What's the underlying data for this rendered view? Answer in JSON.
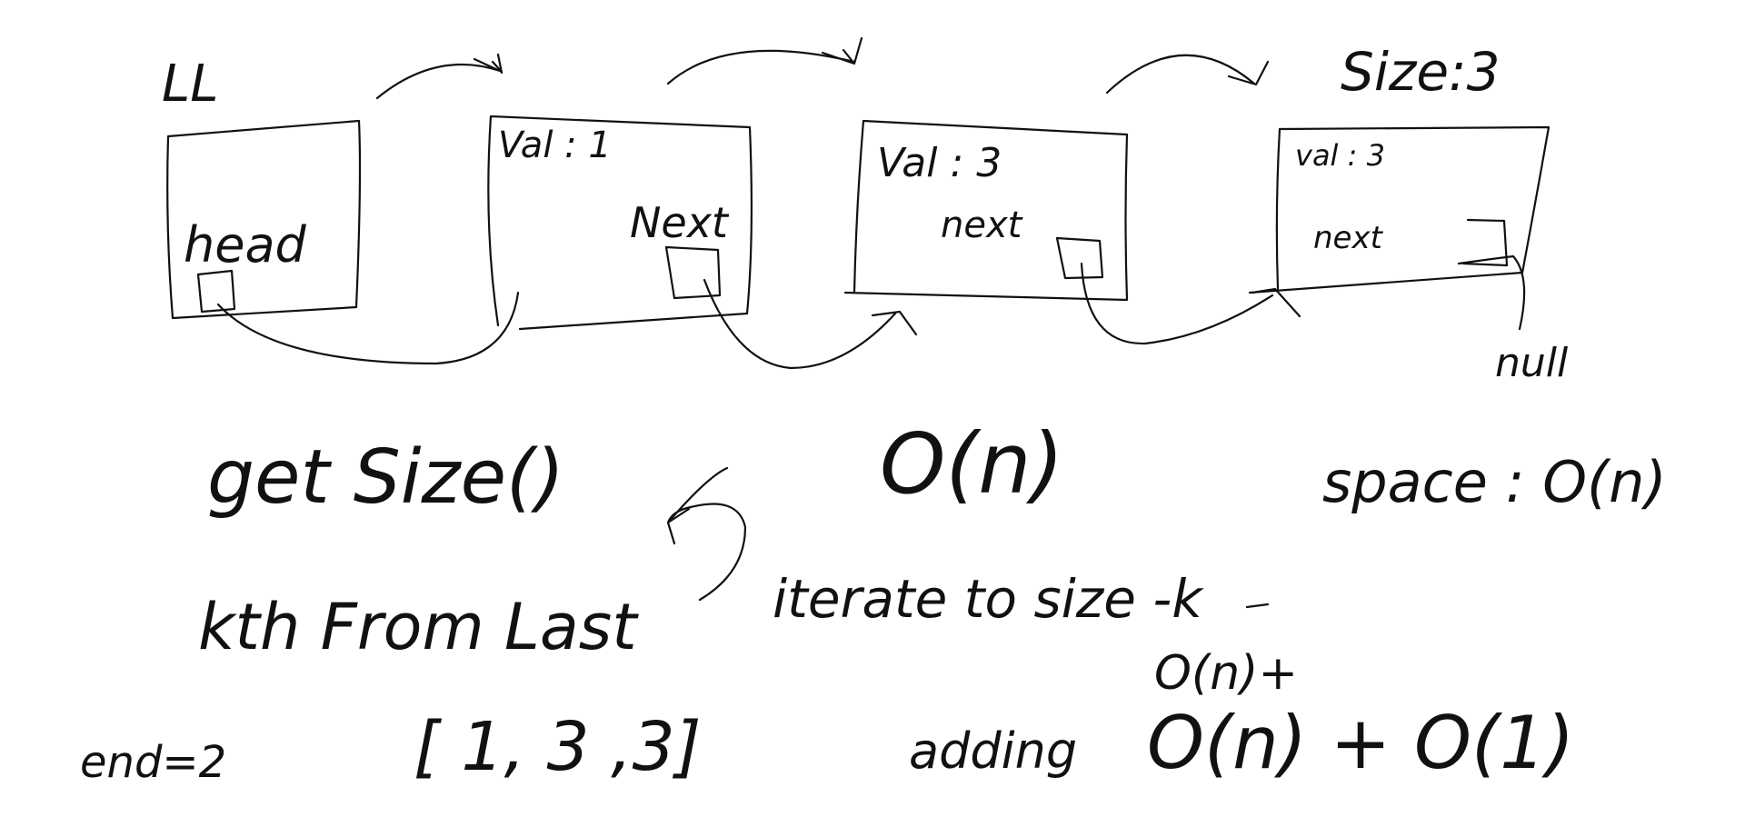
{
  "board": {
    "ink_color": "#111111",
    "background": "#ffffff",
    "list_label": "LL",
    "size_label": "Size:3",
    "head_label": "head",
    "null_label": "null"
  },
  "nodes": [
    {
      "val_text": "Val : 1",
      "next_text": "Next"
    },
    {
      "val_text": "Val : 3",
      "next_text": "next"
    },
    {
      "val_text": "val : 3",
      "next_text": "next"
    }
  ],
  "notes": {
    "get_size": "get Size()",
    "get_size_complexity": "O(n)",
    "space_complexity": "space : O(n)",
    "kth_from_last": "kth From Last",
    "iterate": "iterate to size -k",
    "end_label": "end=2",
    "array_text": "[ 1,  3 ,3]",
    "adding": "adding",
    "total_part_1": "O(n)+",
    "total_part_2": "O(n) + O(1)"
  }
}
